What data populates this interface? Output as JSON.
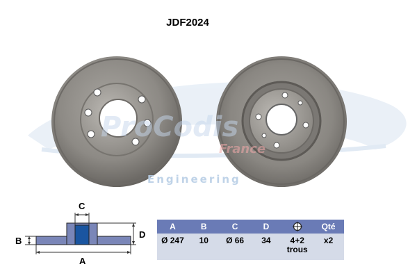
{
  "product": {
    "code": "JDF2024"
  },
  "watermark": {
    "engineering_text": "Engineering"
  },
  "diagram": {
    "label_a": "A",
    "label_b": "B",
    "label_c": "C",
    "label_d": "D"
  },
  "spec_table": {
    "headers": [
      "A",
      "B",
      "C",
      "D",
      "",
      "Qté"
    ],
    "hole_icon": "bolt-hole-icon",
    "values": {
      "a": "Ø 247",
      "b": "10",
      "c": "Ø 66",
      "d": "34",
      "holes_count": "4+2",
      "holes_unit": "trous",
      "qty": "x2"
    }
  },
  "colors": {
    "header_bg": "#6a7bb6",
    "row_bg": "#d5dbe8",
    "diagram_fill": "#7a86b8",
    "diagram_hub": "#1a55a0"
  }
}
